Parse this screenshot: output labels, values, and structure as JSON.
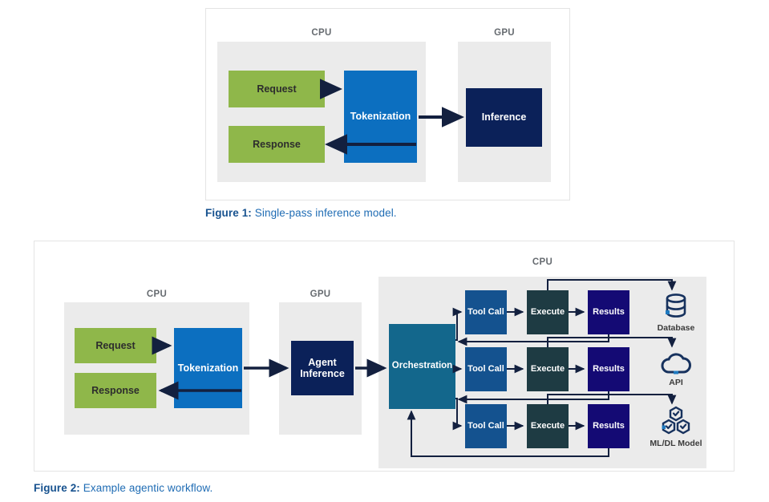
{
  "figure1": {
    "caption_prefix": "Figure 1:",
    "caption_text": " Single-pass inference model.",
    "panels": [
      {
        "label": "CPU"
      },
      {
        "label": "GPU"
      }
    ],
    "boxes": {
      "request": "Request",
      "response": "Response",
      "tokenization": "Tokenization",
      "inference": "Inference"
    }
  },
  "figure2": {
    "caption_prefix": "Figure 2:",
    "caption_text": " Example agentic workflow.",
    "panels": [
      {
        "label": "CPU"
      },
      {
        "label": "GPU"
      },
      {
        "label": "CPU"
      }
    ],
    "boxes": {
      "request": "Request",
      "response": "Response",
      "tokenization": "Tokenization",
      "agent_inference_line1": "Agent",
      "agent_inference_line2": "Inference",
      "orchestration": "Orchestration"
    },
    "rows": [
      {
        "tool_call": "Tool Call",
        "execute": "Execute",
        "results": "Results",
        "resource": "Database",
        "icon": "database-icon"
      },
      {
        "tool_call": "Tool Call",
        "execute": "Execute",
        "results": "Results",
        "resource": "API",
        "icon": "cloud-icon"
      },
      {
        "tool_call": "Tool Call",
        "execute": "Execute",
        "results": "Results",
        "resource": "ML/DL Model",
        "icon": "hexagons-check-icon"
      }
    ]
  },
  "colors": {
    "green": "#8fb74a",
    "blue": "#0c6fc0",
    "navy": "#0b2159",
    "teal": "#13678c",
    "tool_call": "#14528f",
    "execute": "#1e3b43",
    "results": "#140a74",
    "panel_gray": "#ebebeb",
    "arrow": "#13203f",
    "caption_blue": "#1f6cb4",
    "caption_bold": "#17528f",
    "icon_navy": "#17325e",
    "icon_accent": "#1f7ac0"
  }
}
